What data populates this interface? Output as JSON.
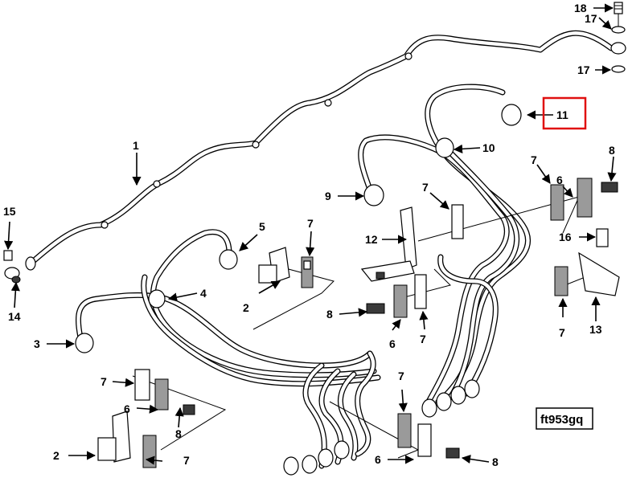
{
  "figure_id": "ft953gq",
  "highlighted_callout": "11",
  "highlight_color": "#e01010",
  "callouts": {
    "c1": "1",
    "c2a": "2",
    "c2b": "2",
    "c3": "3",
    "c4": "4",
    "c5": "5",
    "c6a": "6",
    "c6b": "6",
    "c6c": "6",
    "c6d": "6",
    "c7a": "7",
    "c7b": "7",
    "c7c": "7",
    "c7d": "7",
    "c7e": "7",
    "c7f": "7",
    "c7g": "7",
    "c7h": "7",
    "c8a": "8",
    "c8b": "8",
    "c8c": "8",
    "c8d": "8",
    "c9": "9",
    "c10": "10",
    "c11": "11",
    "c12": "12",
    "c13": "13",
    "c14": "14",
    "c15": "15",
    "c16": "16",
    "c17a": "17",
    "c17b": "17",
    "c18": "18"
  }
}
